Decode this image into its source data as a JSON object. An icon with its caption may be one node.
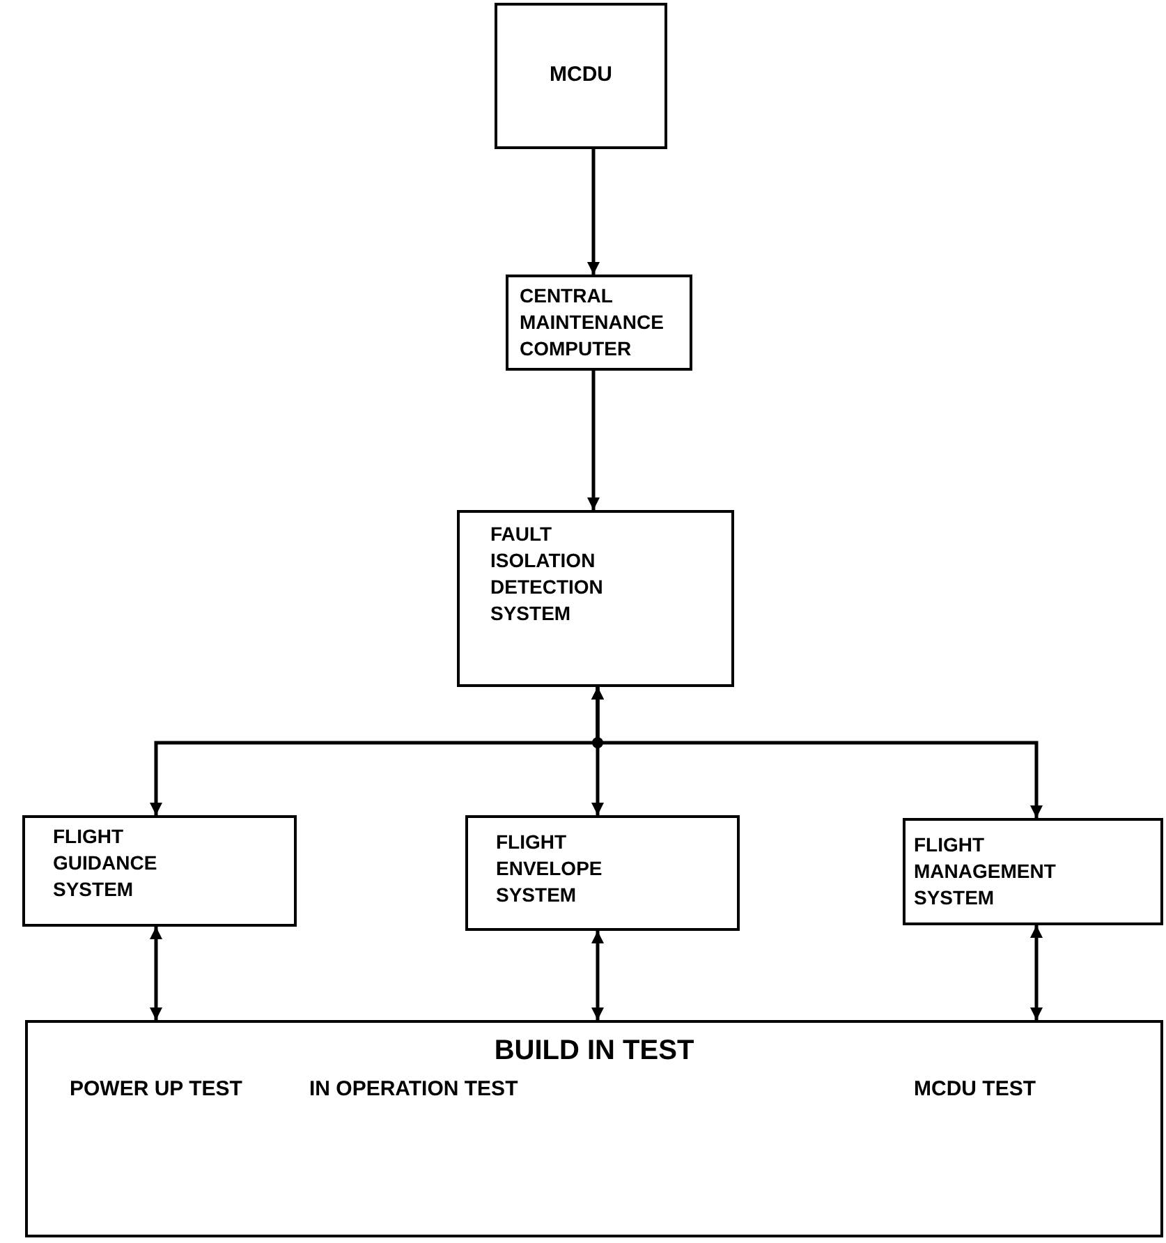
{
  "diagram": {
    "nodes": [
      {
        "text": [
          "MCDU"
        ]
      },
      {
        "text": [
          "CENTRAL MAINTENANCE COMPUTER"
        ]
      },
      {
        "text": [
          "FAULT ISOLATION DETECTION SYSTEM"
        ]
      },
      {
        "text": [
          "FLIGHT GUIDANCE SYSTEM"
        ]
      },
      {
        "text": [
          "FLIGHT ENVELOPE SYSTEM"
        ]
      },
      {
        "text": [
          "FLIGHT MANAGEMENT SYSTEM"
        ]
      },
      {
        "text": [
          "BUILD IN TEST",
          "POWER UP TEST",
          "IN OPERATION TEST",
          "MCDU TEST"
        ]
      }
    ],
    "edges": [
      {
        "from": 0,
        "to": 1,
        "arrow": "to"
      },
      {
        "from": 1,
        "to": 2,
        "arrow": "to"
      },
      {
        "from": 2,
        "to": 3,
        "arrow": "both"
      },
      {
        "from": 2,
        "to": 4,
        "arrow": "both"
      },
      {
        "from": 2,
        "to": 5,
        "arrow": "both"
      },
      {
        "from": 3,
        "to": 6,
        "arrow": "both"
      },
      {
        "from": 4,
        "to": 6,
        "arrow": "both"
      },
      {
        "from": 5,
        "to": 6,
        "arrow": "both"
      }
    ]
  }
}
